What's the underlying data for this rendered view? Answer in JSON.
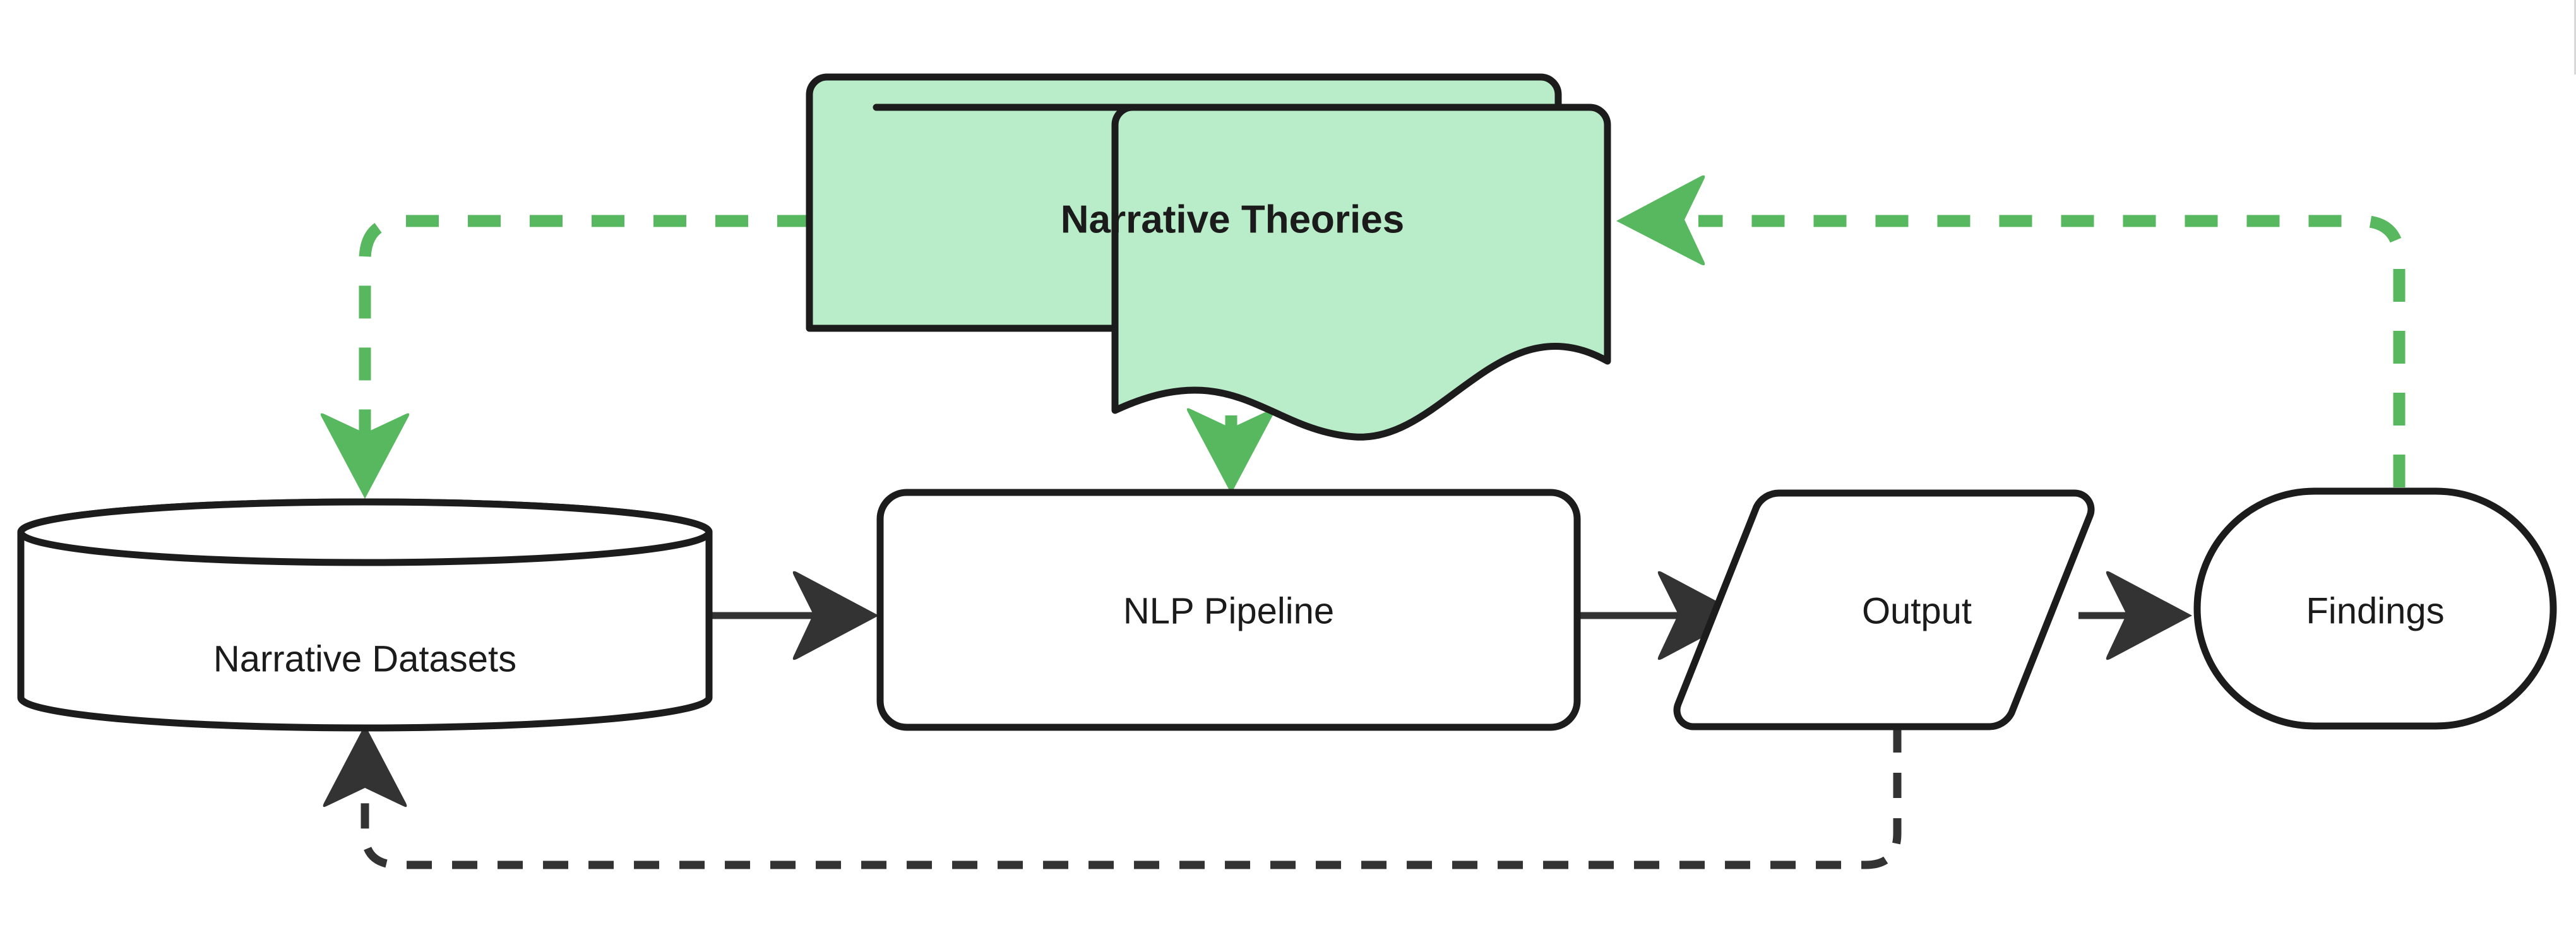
{
  "diagram": {
    "title": "Narrative NLP research loop flowchart",
    "background_color": "#ffffff",
    "accent_color": "#58b860",
    "theory_fill_color": "#b9ecc8",
    "node_stroke_color": "#1c1c1c",
    "edge_color": "#333333",
    "nodes": [
      {
        "id": "narrative-theories",
        "label": "Narrative Theories",
        "shape": "multi-document",
        "fill": "#b9ecc8",
        "bold": true
      },
      {
        "id": "narrative-datasets",
        "label": "Narrative Datasets",
        "shape": "cylinder",
        "fill": "#ffffff",
        "bold": false
      },
      {
        "id": "nlp-pipeline",
        "label": "NLP Pipeline",
        "shape": "rounded-rectangle",
        "fill": "#ffffff",
        "bold": false
      },
      {
        "id": "output",
        "label": "Output",
        "shape": "parallelogram",
        "fill": "#ffffff",
        "bold": false
      },
      {
        "id": "findings",
        "label": "Findings",
        "shape": "stadium",
        "fill": "#ffffff",
        "bold": false
      }
    ],
    "edges": [
      {
        "id": "datasets-to-pipeline",
        "from": "narrative-datasets",
        "to": "nlp-pipeline",
        "style": "solid",
        "color": "#333333",
        "arrow": "to"
      },
      {
        "id": "pipeline-to-output",
        "from": "nlp-pipeline",
        "to": "output",
        "style": "solid",
        "color": "#333333",
        "arrow": "to"
      },
      {
        "id": "output-to-findings",
        "from": "output",
        "to": "findings",
        "style": "solid",
        "color": "#333333",
        "arrow": "to"
      },
      {
        "id": "findings-to-theories",
        "from": "findings",
        "to": "narrative-theories",
        "style": "dashed",
        "color": "#58b860",
        "arrow": "to"
      },
      {
        "id": "theories-to-datasets",
        "from": "narrative-theories",
        "to": "narrative-datasets",
        "style": "dashed",
        "color": "#58b860",
        "arrow": "to"
      },
      {
        "id": "theories-to-pipeline",
        "from": "narrative-theories",
        "to": "nlp-pipeline",
        "style": "dashed",
        "color": "#58b860",
        "arrow": "to"
      },
      {
        "id": "output-to-datasets",
        "from": "output",
        "to": "narrative-datasets",
        "style": "dashed",
        "color": "#333333",
        "arrow": "to"
      }
    ]
  }
}
